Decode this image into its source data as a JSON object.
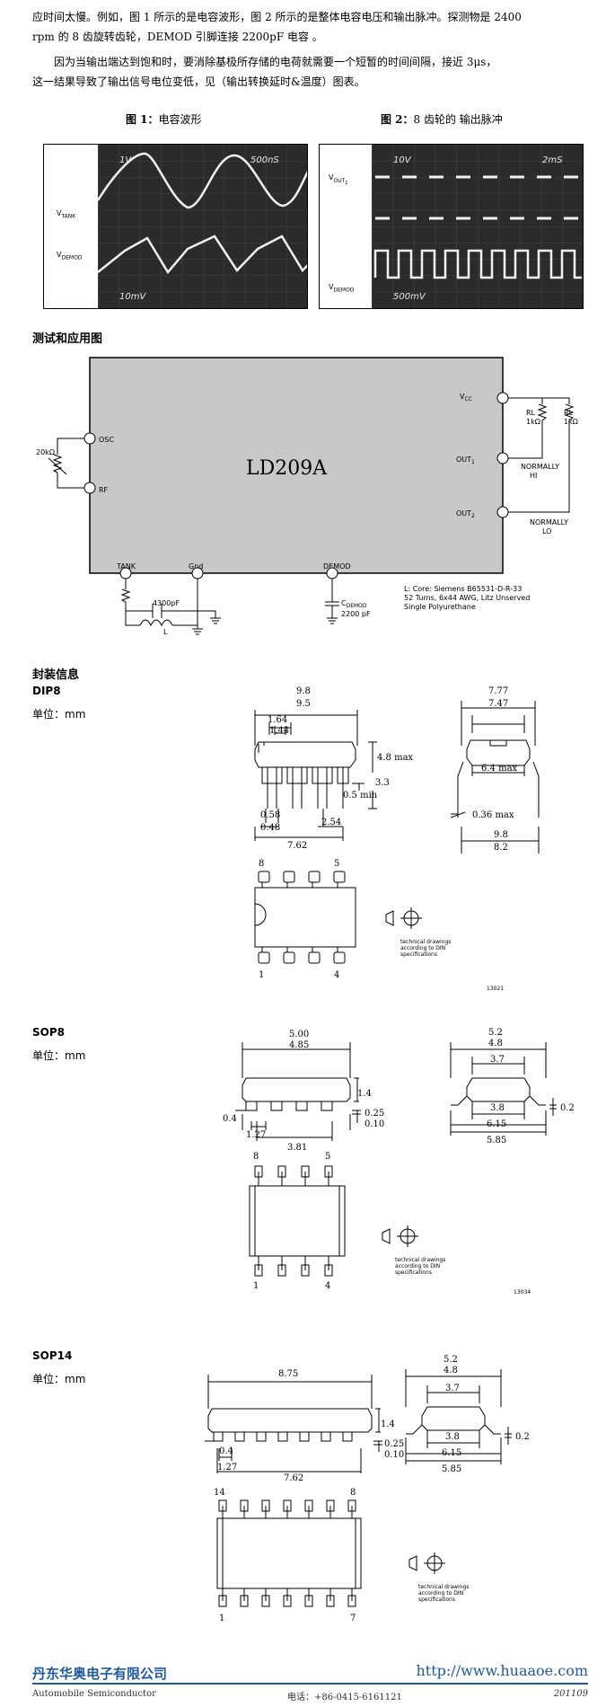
{
  "intro": {
    "line1": "应时间太慢。例如，图 1 所示的是电容波形，图 2 所示的是整体电容电压和输出脉冲。探测物是 2400",
    "line2": "rpm 的 8 齿旋转齿轮，DEMOD 引脚连接 2200pF 电容 。",
    "line3": "因为当输出端达到饱和时，要消除基极所存储的电荷就需要一个短暂的时间间隔，接近 3μs，",
    "line4": "这一结果导致了输出信号电位变低，见（输出转换延时&温度）图表。"
  },
  "figure1": {
    "label": "图 1：",
    "title": "电容波形",
    "scale_left": "1V",
    "scale_right": "500nS",
    "scale_bottom": "10mV",
    "v_tank": "TANK",
    "v_demod": "DEMOD"
  },
  "figure2": {
    "label": "图 2：",
    "title": "8 齿轮的  输出脉冲",
    "scale_left": "10V",
    "scale_right": "2mS",
    "scale_bottom": "500mV",
    "v_out": "OUT",
    "v_out_sub": "1",
    "v_demod": "DEMOD"
  },
  "app": {
    "heading": "测试和应用图",
    "chip": "LD209A",
    "vcc": "V",
    "vcc_sub": "CC",
    "osc": "OSC",
    "rf": "RF",
    "out1": "OUT",
    "out1_sub": "1",
    "out2": "OUT",
    "out2_sub": "2",
    "tank": "TANK",
    "gnd": "Gnd",
    "demod": "DEMOD",
    "r20k": "20kΩ",
    "rl1": "RL",
    "rl1v": "1kΩ",
    "rl2": "RL",
    "rl2v": "1kΩ",
    "normally_hi_1": "NORMALLY",
    "normally_hi_2": "HI",
    "normally_lo_1": "NORMALLY",
    "normally_lo_2": "LO",
    "c4300": "4300pF",
    "l": "L",
    "cdemod": "C",
    "cdemod_sub": "DEMOD",
    "c2200": "2200 pF",
    "note1": "L: Core: Siemens B65531-D-R-33",
    "note2": "52 Turns, 6x44 AWG, Litz Unserved",
    "note3": "Single Polyurethane"
  },
  "package": {
    "heading": "封装信息",
    "unit": "单位：mm",
    "tech1": "technical drawings",
    "tech2": "according to DIN",
    "tech3": "specifications"
  },
  "dip8": {
    "name": "DIP8",
    "d98": "9.8",
    "d95": "9.5",
    "d164": "1.64",
    "d144": "1.44",
    "d48": "4.8 max",
    "d33": "3.3",
    "d05": "0.5 min",
    "d058": "0.58",
    "d048": "0.48",
    "d254": "2.54",
    "d762": "7.62",
    "d777": "7.77",
    "d747": "7.47",
    "d64": "6.4 max",
    "d036": "0.36 max",
    "d98b": "9.8",
    "d82": "8.2",
    "pin8": "8",
    "pin5": "5",
    "pin1": "1",
    "pin4": "4",
    "code": "13021"
  },
  "sop8": {
    "name": "SOP8",
    "d500": "5.00",
    "d485": "4.85",
    "d14": "1.4",
    "d025": "0.25",
    "d010": "0.10",
    "d04": "0.4",
    "d127": "1.27",
    "d381": "3.81",
    "d52": "5.2",
    "d48": "4.8",
    "d37": "3.7",
    "d38": "3.8",
    "d615": "6.15",
    "d585": "5.85",
    "d02": "0.2",
    "pin8": "8",
    "pin5": "5",
    "pin1": "1",
    "pin4": "4",
    "code": "13034"
  },
  "sop14": {
    "name": "SOP14",
    "d875": "8.75",
    "d14": "1.4",
    "d025": "0.25",
    "d010": "0.10",
    "d04": "0.4",
    "d127": "1.27",
    "d762": "7.62",
    "d52": "5.2",
    "d48": "4.8",
    "d37": "3.7",
    "d38": "3.8",
    "d615": "6.15",
    "d585": "5.85",
    "d02": "0.2",
    "pin14": "14",
    "pin8": "8",
    "pin1": "1",
    "pin7": "7"
  },
  "footer": {
    "company": "丹东华奥电子有限公司",
    "url": "http://www.huaaoe.com",
    "sub": "Automobile Semiconductor",
    "phone": "电话：+86-0415-6161121",
    "date": "201109"
  }
}
